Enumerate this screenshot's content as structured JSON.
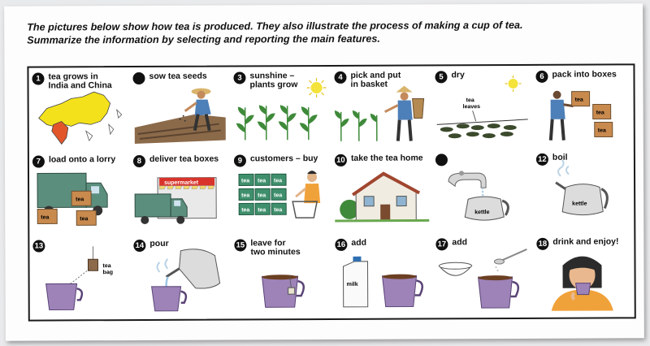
{
  "prompt": {
    "line1": "The pictures below show how tea is produced. They also illustrate the process of making a cup of tea.",
    "line2": "Summarize the information by selecting and reporting the main features."
  },
  "steps": [
    {
      "num": "1",
      "line1": "tea grows in",
      "line2": "India and China"
    },
    {
      "num": "",
      "line1": "sow tea seeds",
      "line2": ""
    },
    {
      "num": "3",
      "line1": "sunshine –",
      "line2": "plants grow"
    },
    {
      "num": "4",
      "line1": "pick and put",
      "line2": "in basket"
    },
    {
      "num": "5",
      "line1": "dry",
      "line2": ""
    },
    {
      "num": "6",
      "line1": "pack into boxes",
      "line2": ""
    },
    {
      "num": "7",
      "line1": "load onto a lorry",
      "line2": ""
    },
    {
      "num": "8",
      "line1": "deliver tea boxes",
      "line2": ""
    },
    {
      "num": "9",
      "line1": "customers – buy",
      "line2": ""
    },
    {
      "num": "10",
      "line1": "take the tea home",
      "line2": ""
    },
    {
      "num": "",
      "line1": "",
      "line2": ""
    },
    {
      "num": "12",
      "line1": "boil",
      "line2": ""
    },
    {
      "num": "13",
      "line1": "",
      "line2": ""
    },
    {
      "num": "14",
      "line1": "pour",
      "line2": ""
    },
    {
      "num": "15",
      "line1": "leave for",
      "line2": "two minutes"
    },
    {
      "num": "16",
      "line1": "add",
      "line2": ""
    },
    {
      "num": "17",
      "line1": "add",
      "line2": ""
    },
    {
      "num": "18",
      "line1": "drink and enjoy!",
      "line2": ""
    }
  ],
  "labels": {
    "tea_leaves_1": "tea",
    "tea_leaves_2": "leaves",
    "box_tea": "tea",
    "supermarket": "supermarket",
    "kettle": "kettle",
    "tea_bag_1": "tea",
    "tea_bag_2": "bag",
    "milk": "milk"
  },
  "colors": {
    "map_yellow": "#f3e21b",
    "map_red": "#e2552a",
    "cup_purple": "#9d83b8",
    "lorry_green": "#5b8e7d",
    "box_brown": "#c98a4e",
    "plant_green": "#3f8a3a",
    "sun_yellow": "#f4e33a",
    "shirt_blue": "#4d7fb8",
    "woman_orange": "#f0a23a"
  }
}
